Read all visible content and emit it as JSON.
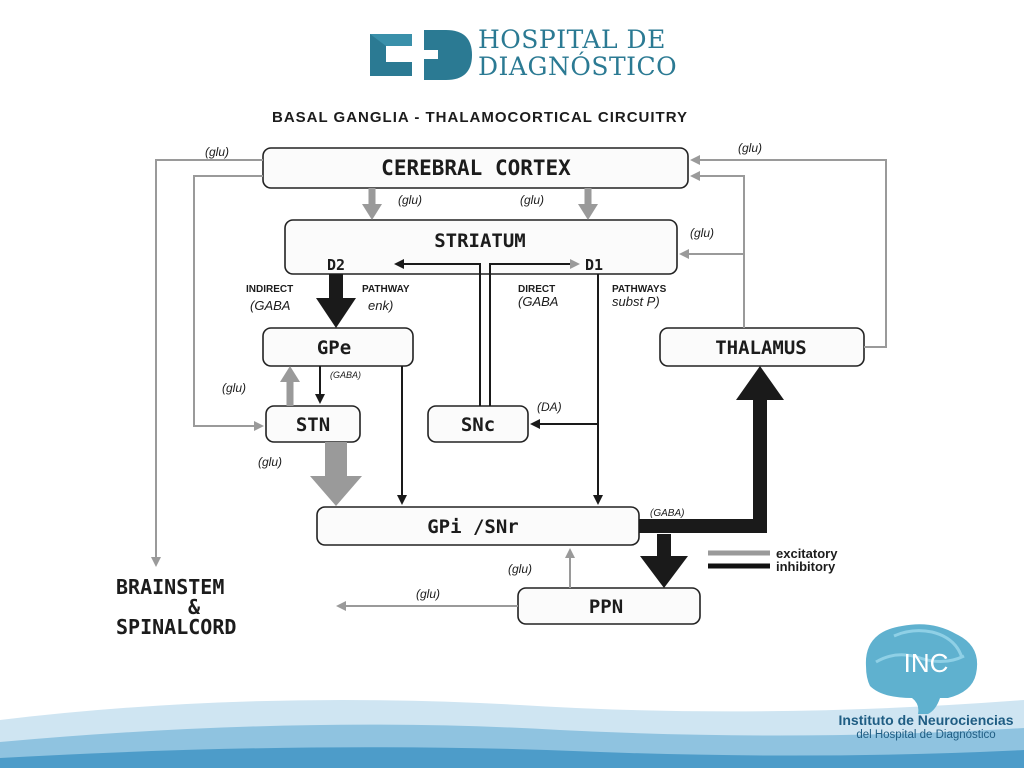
{
  "header": {
    "hospital_name_line1": "HOSPITAL DE",
    "hospital_name_line2": "DIAGNÓSTICO"
  },
  "diagram": {
    "title": "BASAL GANGLIA - THALAMOCORTICAL CIRCUITRY",
    "nodes": {
      "cortex": "CEREBRAL CORTEX",
      "striatum": "STRIATUM",
      "gpe": "GPe",
      "stn": "STN",
      "snc": "SNc",
      "gpi": "GPi /SNr",
      "thalamus": "THALAMUS",
      "ppn": "PPN",
      "brainstem_line1": "BRAINSTEM",
      "brainstem_line2": "&",
      "brainstem_line3": "SPINALCORD"
    },
    "labels": {
      "d2": "D2",
      "d1": "D1",
      "indirect": "INDIRECT",
      "pathway": "PATHWAY",
      "gaba_enk_1": "(GABA",
      "gaba_enk_2": "enk)",
      "direct": "DIRECT",
      "pathways": "PATHWAYS",
      "gaba_subst_1": "(GABA",
      "gaba_subst_2": "subst P)",
      "glu_cortex_left": "(glu)",
      "glu_cortex_right": "(glu)",
      "glu_striatum_left": "(glu)",
      "glu_striatum_right": "(glu)",
      "glu_thal_striatum": "(glu)",
      "glu_stn_in": "(glu)",
      "glu_stn_out": "(glu)",
      "gaba_gpe_stn": "(GABA)",
      "da": "(DA)",
      "gaba_gpi": "(GABA)",
      "glu_ppn_up": "(glu)",
      "glu_ppn_left": "(glu)"
    },
    "legend": {
      "excitatory": "excitatory",
      "inhibitory": "inhibitory",
      "excitatory_color": "#9a9a9a",
      "inhibitory_color": "#111111"
    }
  },
  "footer": {
    "inc_mark": "INC",
    "inc_line1": "Instituto de Neurociencias",
    "inc_line2": "del Hospital de Diagnóstico"
  },
  "colors": {
    "brand_teal": "#2b7a93",
    "inc_blue": "#1f5d83",
    "box_fill": "#fbfbfb"
  }
}
